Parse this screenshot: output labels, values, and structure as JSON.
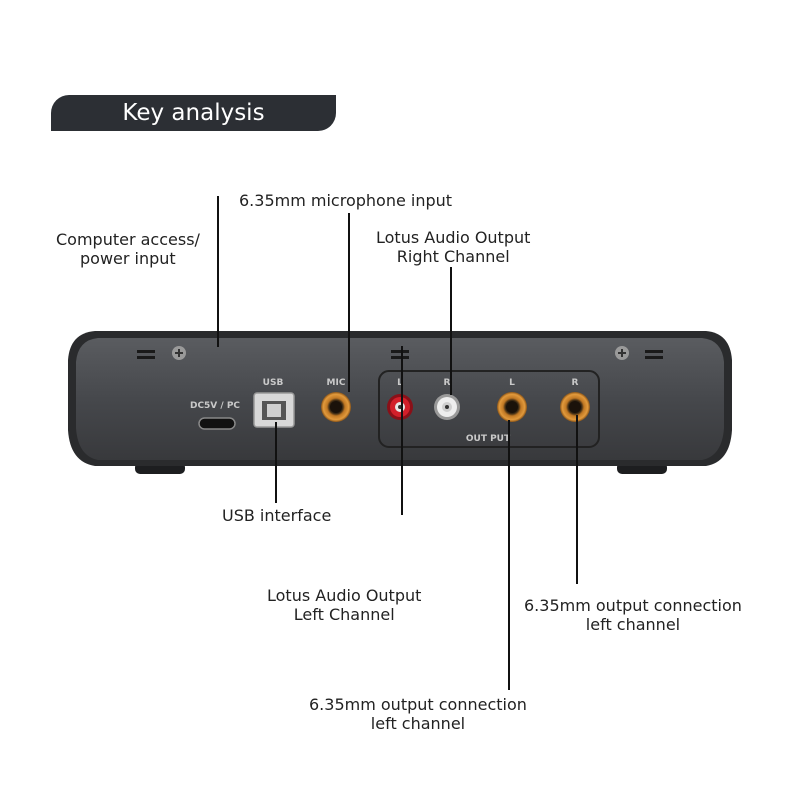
{
  "title": "Key analysis",
  "device": {
    "port_labels": {
      "dc": "DC5V / PC",
      "usb": "USB",
      "mic": "MIC",
      "l1": "L",
      "r1": "R",
      "l2": "L",
      "r2": "R",
      "output": "OUT PUT"
    },
    "colors": {
      "body": "#45474b",
      "jack_gold": "#d88a2e",
      "rca_red": "#d21f2a",
      "rca_white": "#e8e8e8"
    }
  },
  "callouts": {
    "computer_access": [
      "Computer access/",
      "power input"
    ],
    "mic_input": [
      "6.35mm microphone input"
    ],
    "lotus_right": [
      "Lotus Audio Output",
      "Right Channel"
    ],
    "usb_interface": [
      "USB interface"
    ],
    "lotus_left": [
      "Lotus Audio Output",
      "Left Channel"
    ],
    "out_left_a": [
      "6.35mm output connection",
      "left channel"
    ],
    "out_left_b": [
      "6.35mm output connection",
      "left channel"
    ]
  }
}
